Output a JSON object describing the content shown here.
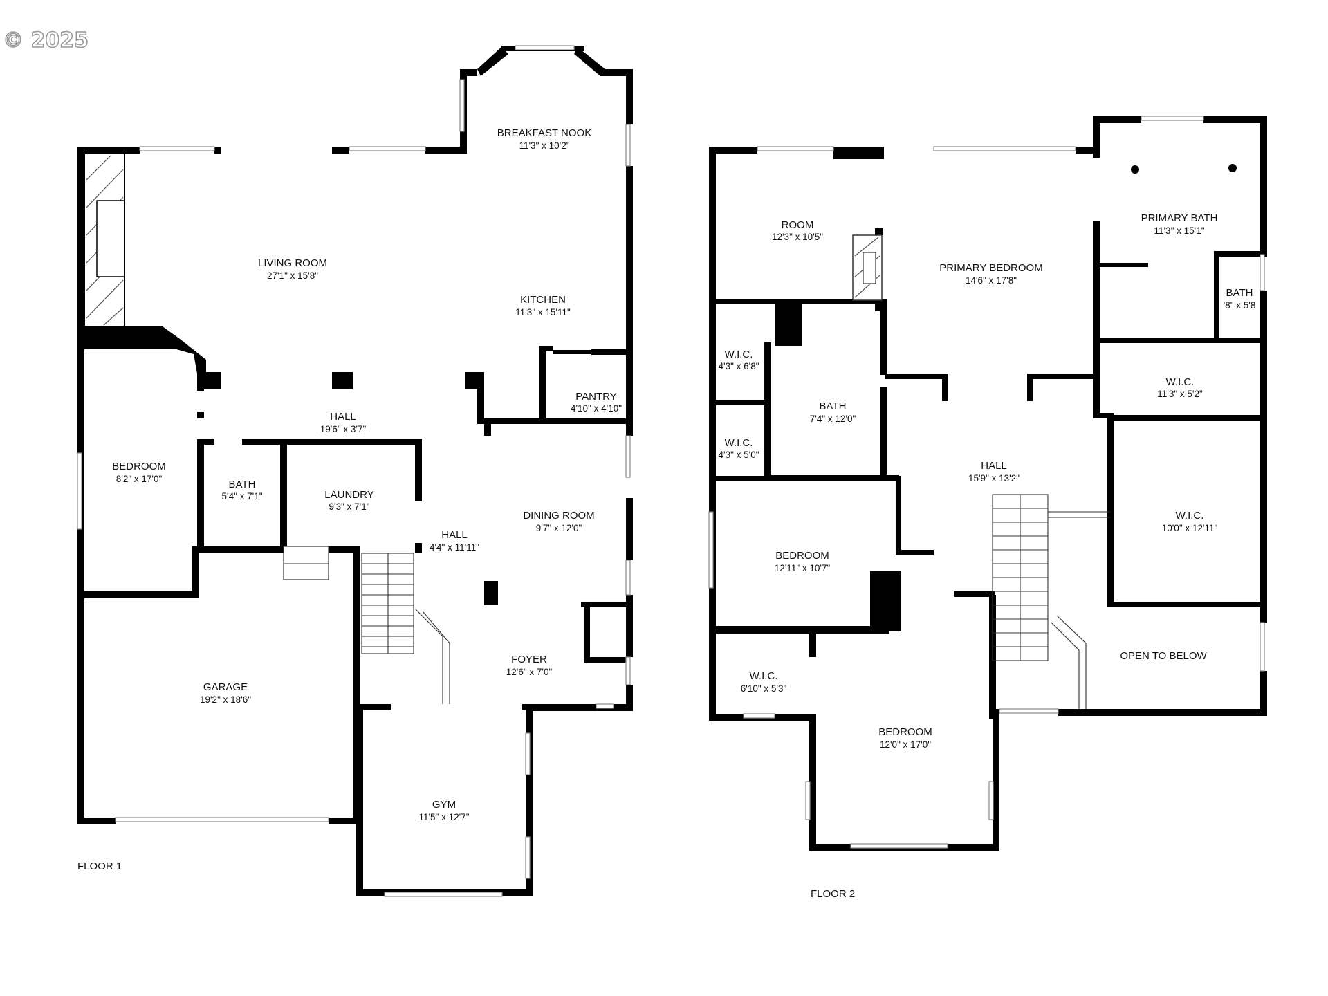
{
  "watermark": "© 2025",
  "floors": [
    {
      "label": "FLOOR 1",
      "rooms": [
        {
          "id": "living-room",
          "name": "LIVING ROOM",
          "dims": "27'1\" x 15'8\""
        },
        {
          "id": "breakfast-nook",
          "name": "BREAKFAST NOOK",
          "dims": "11'3\" x 10'2\""
        },
        {
          "id": "kitchen",
          "name": "KITCHEN",
          "dims": "11'3\" x 15'11\""
        },
        {
          "id": "pantry",
          "name": "PANTRY",
          "dims": "4'10\" x 4'10\""
        },
        {
          "id": "hall-upper",
          "name": "HALL",
          "dims": "19'6\" x 3'7\""
        },
        {
          "id": "bedroom-f1",
          "name": "BEDROOM",
          "dims": "8'2\" x 17'0\""
        },
        {
          "id": "bath-f1",
          "name": "BATH",
          "dims": "5'4\" x 7'1\""
        },
        {
          "id": "laundry",
          "name": "LAUNDRY",
          "dims": "9'3\" x 7'1\""
        },
        {
          "id": "hall-lower",
          "name": "HALL",
          "dims": "4'4\" x 11'11\""
        },
        {
          "id": "dining-room",
          "name": "DINING ROOM",
          "dims": "9'7\" x 12'0\""
        },
        {
          "id": "foyer",
          "name": "FOYER",
          "dims": "12'6\" x 7'0\""
        },
        {
          "id": "garage",
          "name": "GARAGE",
          "dims": "19'2\" x 18'6\""
        },
        {
          "id": "gym",
          "name": "GYM",
          "dims": "11'5\" x 12'7\""
        }
      ]
    },
    {
      "label": "FLOOR 2",
      "rooms": [
        {
          "id": "room",
          "name": "ROOM",
          "dims": "12'3\" x 10'5\""
        },
        {
          "id": "primary-bedroom",
          "name": "PRIMARY BEDROOM",
          "dims": "14'6\" x 17'8\""
        },
        {
          "id": "primary-bath",
          "name": "PRIMARY BATH",
          "dims": "11'3\" x 15'1\""
        },
        {
          "id": "bath-small",
          "name": "BATH",
          "dims": "'8\" x 5'8"
        },
        {
          "id": "wic-1",
          "name": "W.I.C.",
          "dims": "4'3\" x 6'8\""
        },
        {
          "id": "bath-f2",
          "name": "BATH",
          "dims": "7'4\" x 12'0\""
        },
        {
          "id": "wic-2",
          "name": "W.I.C.",
          "dims": "4'3\" x 5'0\""
        },
        {
          "id": "wic-3",
          "name": "W.I.C.",
          "dims": "11'3\" x 5'2\""
        },
        {
          "id": "hall-f2",
          "name": "HALL",
          "dims": "15'9\" x 13'2\""
        },
        {
          "id": "wic-4",
          "name": "W.I.C.",
          "dims": "10'0\" x 12'11\""
        },
        {
          "id": "bedroom-f2a",
          "name": "BEDROOM",
          "dims": "12'11\" x 10'7\""
        },
        {
          "id": "open-to-below",
          "name": "OPEN TO BELOW",
          "dims": ""
        },
        {
          "id": "wic-5",
          "name": "W.I.C.",
          "dims": "6'10\" x 5'3\""
        },
        {
          "id": "bedroom-f2b",
          "name": "BEDROOM",
          "dims": "12'0\" x 17'0\""
        }
      ]
    }
  ]
}
